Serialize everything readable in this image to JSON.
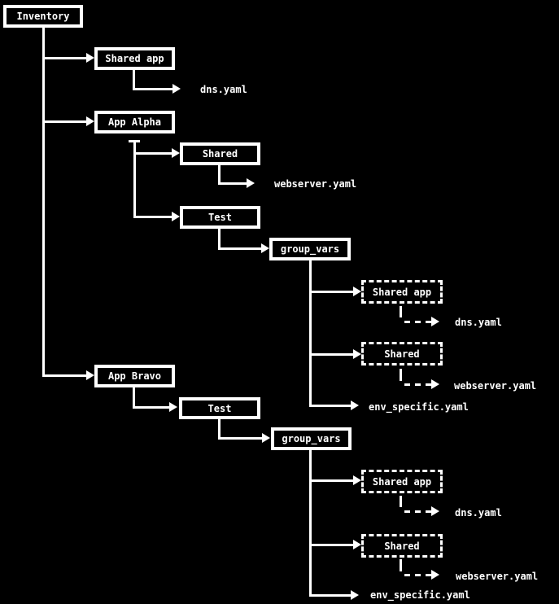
{
  "colors": {
    "background": "#000000",
    "foreground": "#ffffff"
  },
  "tree": {
    "label": "Inventory",
    "style": "solid-box",
    "children": [
      {
        "label": "Shared app",
        "style": "solid-box",
        "children": [
          {
            "label": "dns.yaml",
            "style": "file",
            "children": []
          }
        ]
      },
      {
        "label": "App Alpha",
        "style": "solid-box",
        "children": [
          {
            "label": "Shared",
            "style": "solid-box",
            "children": [
              {
                "label": "webserver.yaml",
                "style": "file",
                "children": []
              }
            ]
          },
          {
            "label": "Test",
            "style": "solid-box",
            "children": [
              {
                "label": "group_vars",
                "style": "solid-box",
                "children": [
                  {
                    "label": "Shared app",
                    "style": "dashed-box",
                    "children": [
                      {
                        "label": "dns.yaml",
                        "style": "file-dashed-link",
                        "children": []
                      }
                    ]
                  },
                  {
                    "label": "Shared",
                    "style": "dashed-box",
                    "children": [
                      {
                        "label": "webserver.yaml",
                        "style": "file-dashed-link",
                        "children": []
                      }
                    ]
                  },
                  {
                    "label": "env_specific.yaml",
                    "style": "file",
                    "children": []
                  }
                ]
              }
            ]
          }
        ]
      },
      {
        "label": "App Bravo",
        "style": "solid-box",
        "children": [
          {
            "label": "Test",
            "style": "solid-box",
            "children": [
              {
                "label": "group_vars",
                "style": "solid-box",
                "children": [
                  {
                    "label": "Shared app",
                    "style": "dashed-box",
                    "children": [
                      {
                        "label": "dns.yaml",
                        "style": "file-dashed-link",
                        "children": []
                      }
                    ]
                  },
                  {
                    "label": "Shared",
                    "style": "dashed-box",
                    "children": [
                      {
                        "label": "webserver.yaml",
                        "style": "file-dashed-link",
                        "children": []
                      }
                    ]
                  },
                  {
                    "label": "env_specific.yaml",
                    "style": "file",
                    "children": []
                  }
                ]
              }
            ]
          }
        ]
      }
    ]
  }
}
